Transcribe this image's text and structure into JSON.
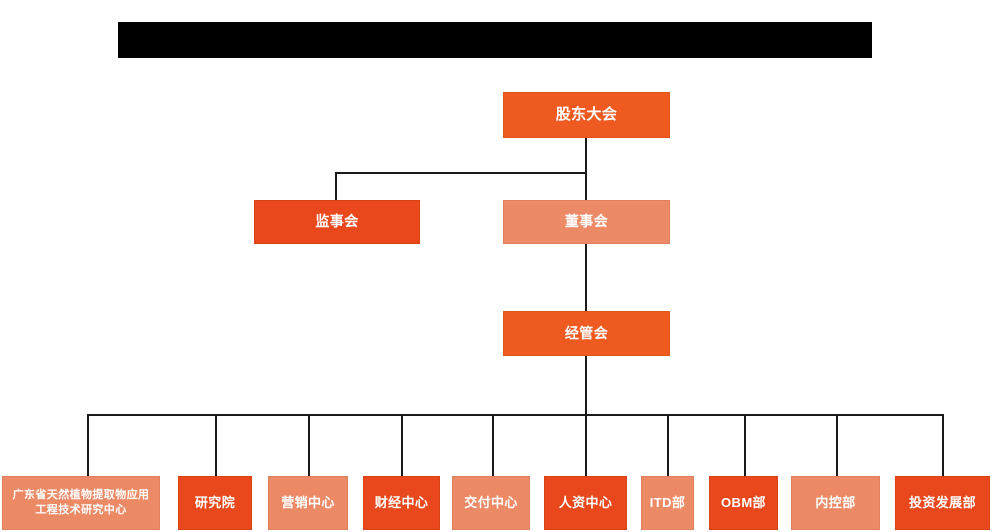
{
  "chart": {
    "title_bar": {
      "name": "redacted-title-bar",
      "color": "#000000",
      "text": ""
    },
    "colors": {
      "dark_orange": "#E8481C",
      "light_salmon": "#ED8A66",
      "bright_orange": "#EF5A21",
      "connector": "#1a1a1a",
      "background": "#ffffff",
      "text": "#ffffff"
    },
    "levels": {
      "level1": {
        "label": "股东大会"
      },
      "level2": [
        {
          "label": "监事会"
        },
        {
          "label": "董事会"
        }
      ],
      "level3": {
        "label": "经管会"
      }
    },
    "departments": [
      {
        "label": "广东省天然植物提取物应用工程技术研究中心",
        "tone": "light"
      },
      {
        "label": "研究院",
        "tone": "dark"
      },
      {
        "label": "营销中心",
        "tone": "light"
      },
      {
        "label": "财经中心",
        "tone": "dark"
      },
      {
        "label": "交付中心",
        "tone": "light"
      },
      {
        "label": "人资中心",
        "tone": "dark"
      },
      {
        "label": "ITD部",
        "tone": "light"
      },
      {
        "label": "OBM部",
        "tone": "dark"
      },
      {
        "label": "内控部",
        "tone": "light"
      },
      {
        "label": "投资发展部",
        "tone": "dark"
      }
    ]
  }
}
